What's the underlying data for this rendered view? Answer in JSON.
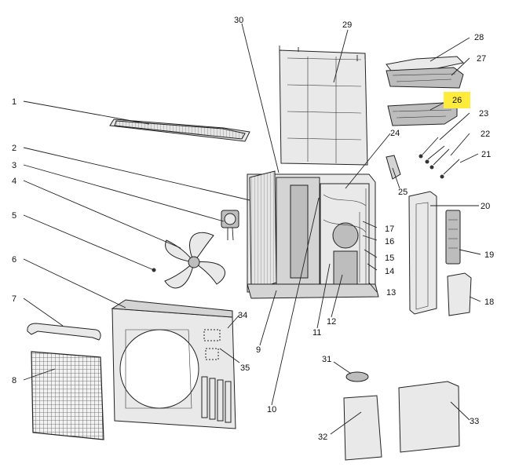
{
  "callouts": [
    {
      "id": "c1",
      "text": "1"
    },
    {
      "id": "c2",
      "text": "2"
    },
    {
      "id": "c3",
      "text": "3"
    },
    {
      "id": "c4",
      "text": "4"
    },
    {
      "id": "c5",
      "text": "5"
    },
    {
      "id": "c6",
      "text": "6"
    },
    {
      "id": "c7",
      "text": "7"
    },
    {
      "id": "c8",
      "text": "8"
    },
    {
      "id": "c9",
      "text": "9"
    },
    {
      "id": "c10",
      "text": "10"
    },
    {
      "id": "c11",
      "text": "11"
    },
    {
      "id": "c12",
      "text": "12"
    },
    {
      "id": "c13",
      "text": "13"
    },
    {
      "id": "c14",
      "text": "14"
    },
    {
      "id": "c15",
      "text": "15"
    },
    {
      "id": "c16",
      "text": "16"
    },
    {
      "id": "c17",
      "text": "17"
    },
    {
      "id": "c18",
      "text": "18"
    },
    {
      "id": "c19",
      "text": "19"
    },
    {
      "id": "c20",
      "text": "20"
    },
    {
      "id": "c21",
      "text": "21"
    },
    {
      "id": "c22",
      "text": "22"
    },
    {
      "id": "c23",
      "text": "23"
    },
    {
      "id": "c24",
      "text": "24"
    },
    {
      "id": "c25",
      "text": "25"
    },
    {
      "id": "c26",
      "text": "26",
      "highlight": "#ffeb3b"
    },
    {
      "id": "c27",
      "text": "27"
    },
    {
      "id": "c28",
      "text": "28"
    },
    {
      "id": "c29",
      "text": "29"
    },
    {
      "id": "c30",
      "text": "30"
    },
    {
      "id": "c31",
      "text": "31"
    },
    {
      "id": "c32",
      "text": "32"
    },
    {
      "id": "c33",
      "text": "33"
    },
    {
      "id": "c34",
      "text": "34"
    },
    {
      "id": "c35",
      "text": "35"
    }
  ]
}
